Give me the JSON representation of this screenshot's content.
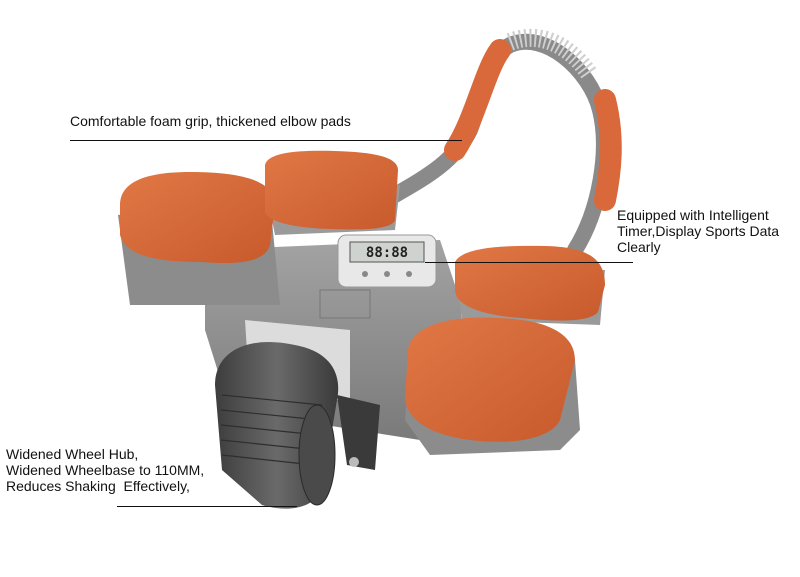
{
  "callouts": {
    "top": {
      "text": "Comfortable foam grip, thickened elbow pads"
    },
    "right": {
      "lines": [
        "Equipped with Intelligent",
        "Timer,Display Sports Data",
        "Clearly"
      ]
    },
    "left": {
      "lines": [
        "Widened Wheel Hub,",
        "Widened Wheelbase to 110MM,",
        "Reduces Shaking  Effectively,"
      ]
    }
  },
  "product": {
    "timer_display": "88:88",
    "colors": {
      "pad": "#d9693a",
      "body": "#8e8e8e",
      "wheel": "#555555",
      "handle_grip": "#d9693a"
    }
  }
}
